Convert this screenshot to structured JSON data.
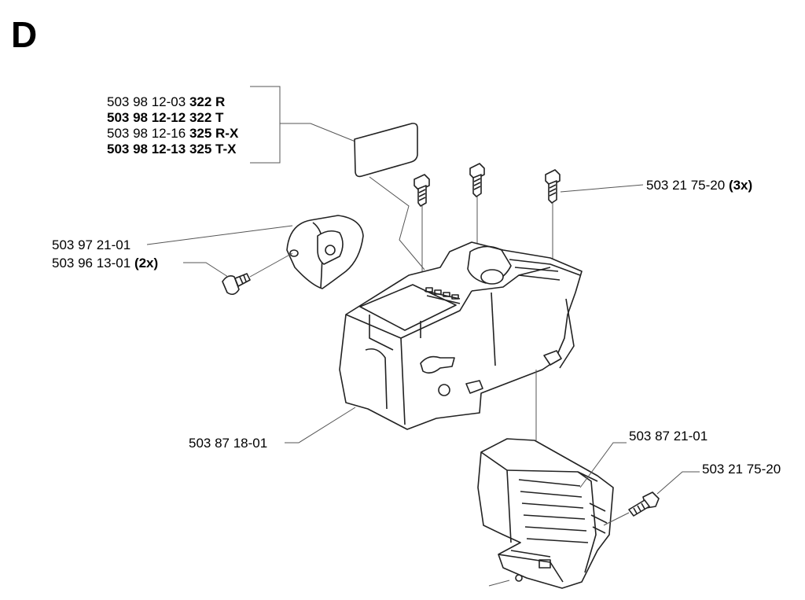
{
  "section_letter": "D",
  "decal_options": [
    {
      "part_number": "503 98 12-03",
      "model": "322 R",
      "bold_number": false
    },
    {
      "part_number": "503 98 12-12",
      "model": "322 T",
      "bold_number": true
    },
    {
      "part_number": "503 98 12-16",
      "model": "325 R-X",
      "bold_number": false
    },
    {
      "part_number": "503 98 12-13",
      "model": "325 T-X",
      "bold_number": true
    }
  ],
  "parts": {
    "screw_top": {
      "part_number": "503 21 75-20",
      "qty": "(3x)"
    },
    "intake_cover": {
      "part_number": "503 97 21-01"
    },
    "intake_screw": {
      "part_number": "503 96 13-01",
      "qty": "(2x)"
    },
    "cylinder_cover": {
      "part_number": "503 87 18-01"
    },
    "side_cover": {
      "part_number": "503 87 21-01"
    },
    "screw_side": {
      "part_number": "503 21 75-20"
    }
  }
}
